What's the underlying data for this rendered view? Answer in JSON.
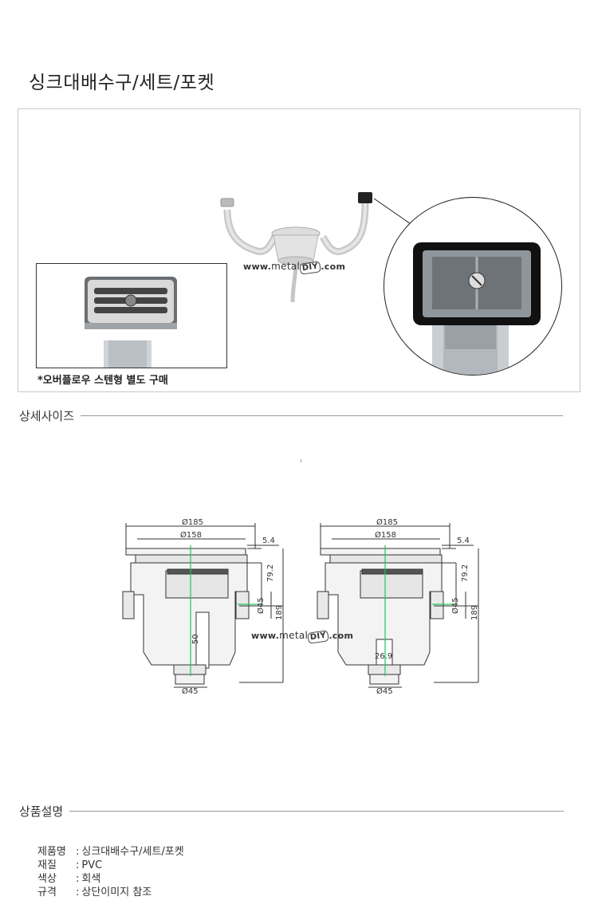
{
  "page": {
    "title": "싱크대배수구/세트/포켓"
  },
  "photo": {
    "inset_caption": "*오버플로우 스텐형 별도 구매",
    "watermark": {
      "prefix": "www.",
      "mid": "metal",
      "box": "DIY",
      "suffix": ".com"
    }
  },
  "sections": {
    "size": "상세사이즈",
    "description": "상품설명"
  },
  "drawing": {
    "watermark": {
      "prefix": "www.",
      "mid": "metal",
      "box": "DIY",
      "suffix": ".com"
    },
    "left": {
      "d185": "Ø185",
      "d158": "Ø158",
      "d54": "5.4",
      "h792": "79.2",
      "d45_side": "Ø45",
      "h189": "189",
      "h50": "50",
      "d45_bottom": "Ø45"
    },
    "right": {
      "d185": "Ø185",
      "d158": "Ø158",
      "d54": "5.4",
      "h792": "79.2",
      "d45_side": "Ø45",
      "h189": "189",
      "h269": "26.9",
      "d45_bottom": "Ø45"
    }
  },
  "product_info": [
    {
      "key": "제품명",
      "value": "싱크대배수구/세트/포켓"
    },
    {
      "key": "재질",
      "value": "PVC"
    },
    {
      "key": "색상",
      "value": "회색"
    },
    {
      "key": "규격",
      "value": "상단이미지 참조"
    }
  ]
}
